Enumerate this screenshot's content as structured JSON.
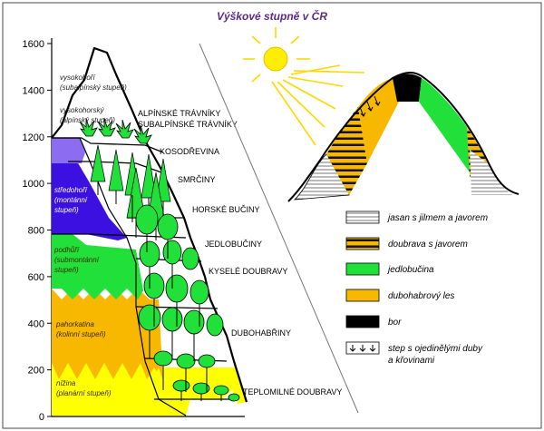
{
  "title": "Výškové stupně v ČR",
  "axis": {
    "ticks": [
      "1600",
      "1400",
      "1200",
      "1000",
      "800",
      "600",
      "400",
      "200",
      "0"
    ]
  },
  "zones": [
    {
      "line1": "vysokohoří",
      "line2": "(subalpínský stupeň)"
    },
    {
      "line1": "vysokohorský",
      "line2": "(alpínský stupeň)"
    },
    {
      "line1": "středohoří",
      "line2": "(montánní",
      "line3": "stupeň)"
    },
    {
      "line1": "podhůří",
      "line2": "(submontánní",
      "line3": "stupeň)"
    },
    {
      "line1": "pahorkatina",
      "line2": "(kolinní stupeň)"
    },
    {
      "line1": "nížina",
      "line2": "(planární stupeň)"
    }
  ],
  "vegetation": [
    "ALPÍNSKÉ TRÁVNÍKY",
    "SUBALPÍNSKÉ TRÁVNÍKY",
    "KOSODŘEVINA",
    "SMRČINY",
    "HORSKÉ BUČINY",
    "JEDLOBUČINY",
    "KYSELÉ DOUBRAVY",
    "DUBOHABŘINY",
    "TEPLOMILNÉ DOUBRAVY"
  ],
  "legend": [
    {
      "label": "jasan s jilmem a javorem",
      "pattern": "hstripes"
    },
    {
      "label": "doubrava s javorem",
      "pattern": "orange-black"
    },
    {
      "label": "jedlobučina",
      "pattern": "green"
    },
    {
      "label": "dubohabrový les",
      "pattern": "orange"
    },
    {
      "label": "bor",
      "pattern": "black"
    },
    {
      "label": "step s ojedinělými duby",
      "label2": "a křovinami",
      "pattern": "steppe"
    }
  ],
  "colors": {
    "title": "#5b2b86",
    "purple": "#3b10e0",
    "lavender": "#8c6cf0",
    "green": "#22e03a",
    "orange": "#f8b800",
    "yellow": "#ffff00",
    "black": "#000000",
    "zone_text": "#3a2a00",
    "zone_text_light": "#ffffff",
    "sun": "#ffee00"
  }
}
